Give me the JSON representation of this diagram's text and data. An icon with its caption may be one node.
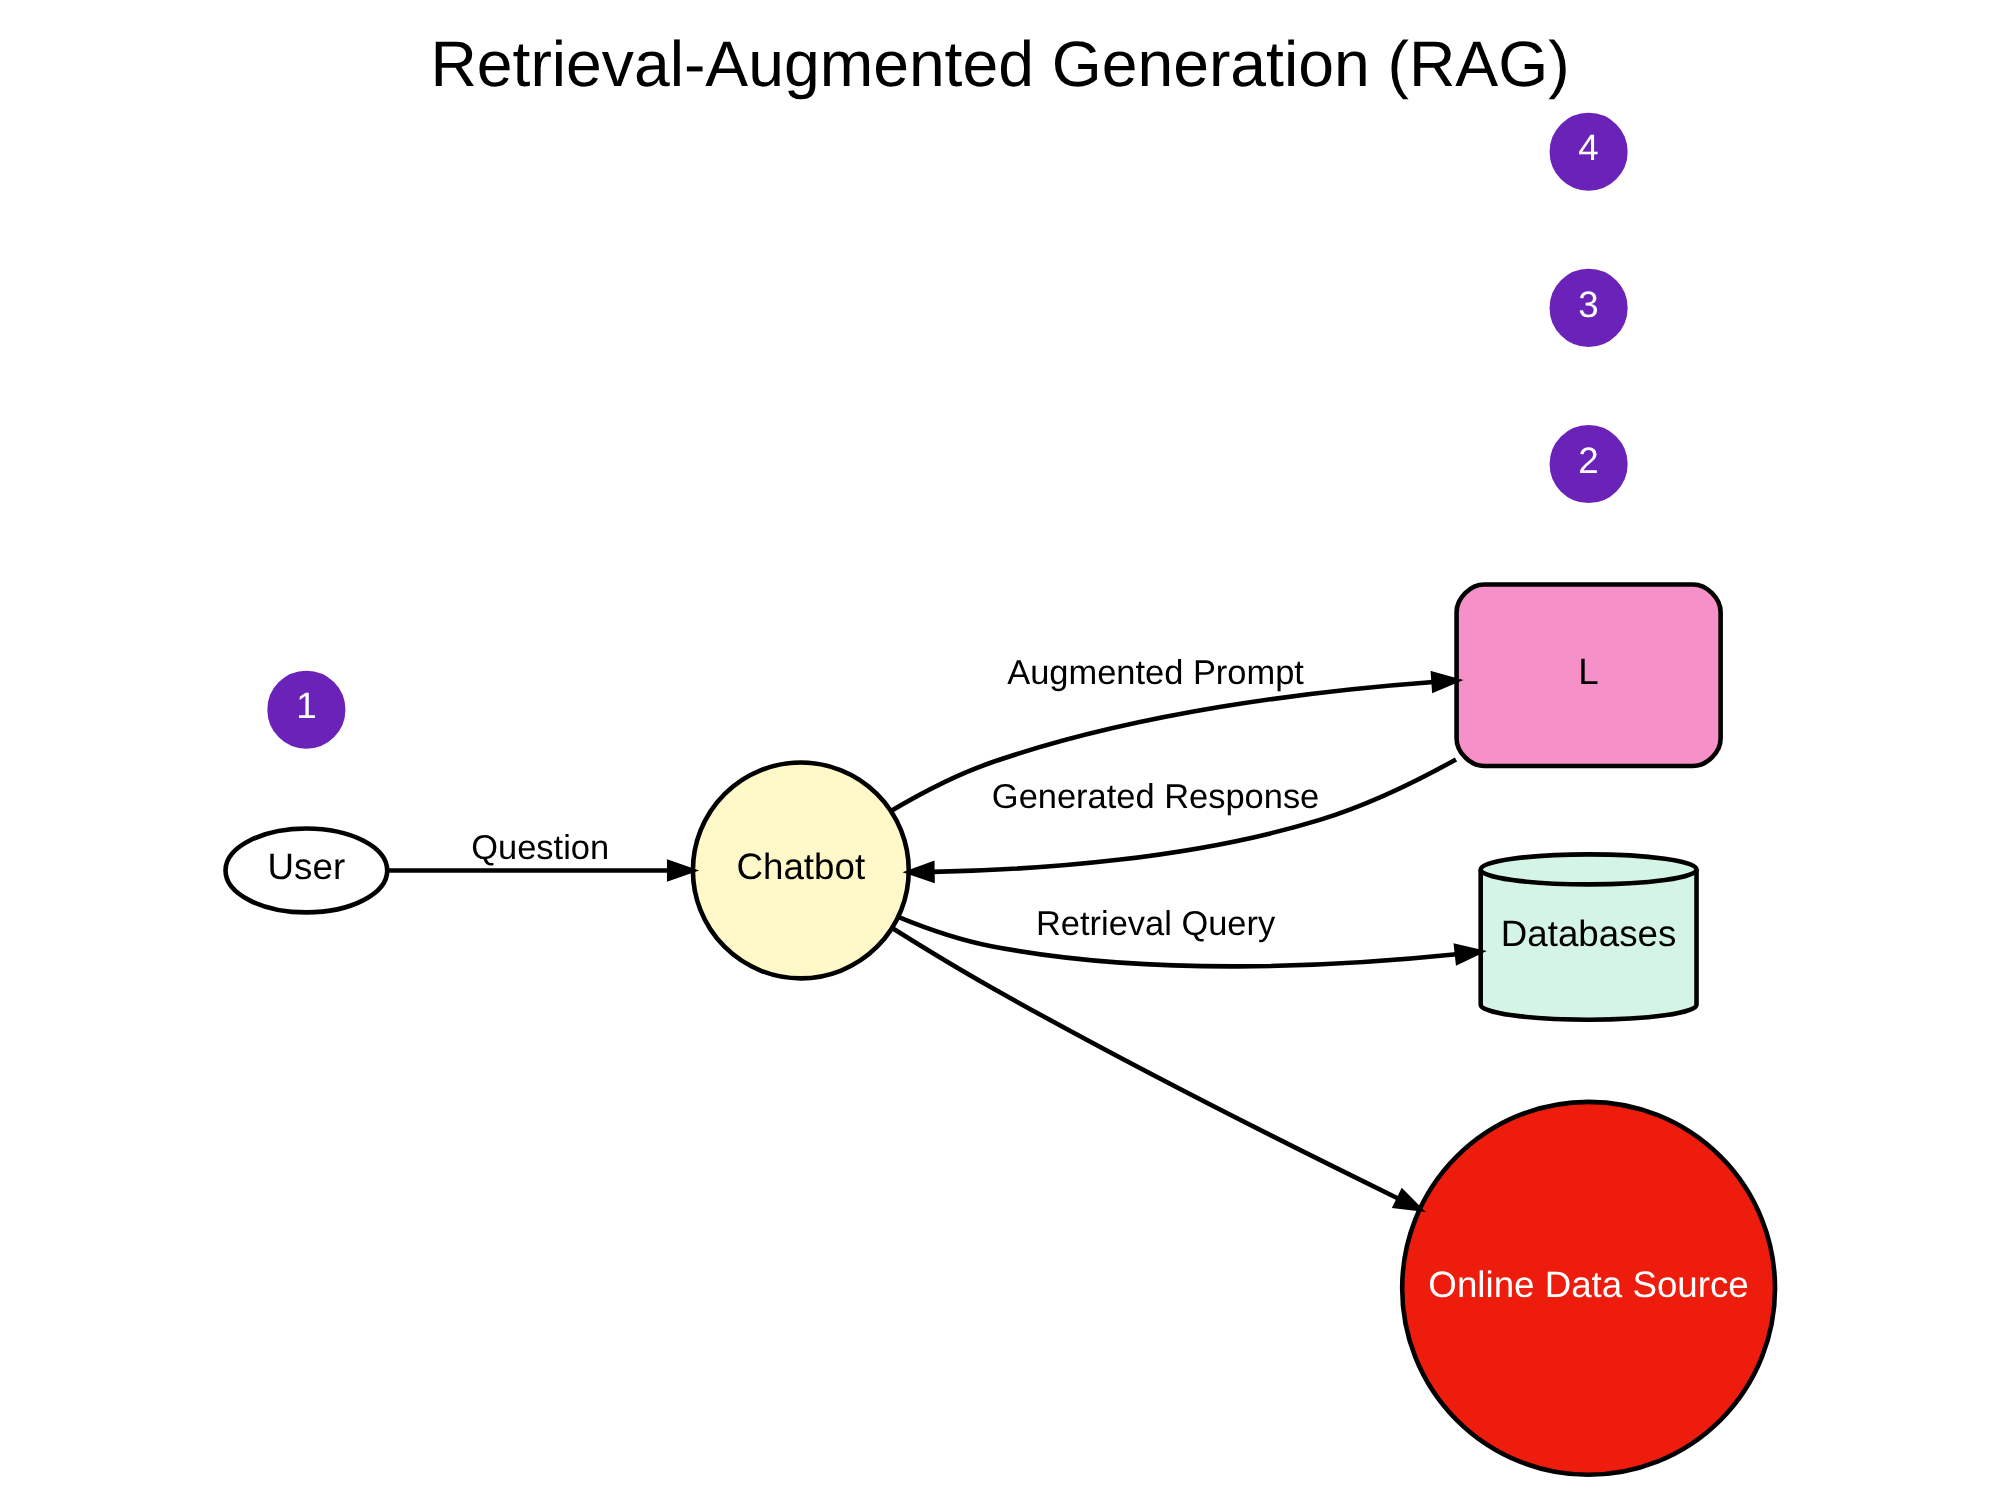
{
  "diagram": {
    "title": "Retrieval-Augmented Generation (RAG)",
    "nodes": [
      {
        "text": [
          "User"
        ]
      },
      {
        "text": [
          "Chatbot"
        ]
      },
      {
        "text": [
          "L"
        ]
      },
      {
        "text": [
          "Databases"
        ]
      },
      {
        "text": [
          "Online Data Source"
        ]
      },
      {
        "text": [
          "1"
        ]
      },
      {
        "text": [
          "2"
        ]
      },
      {
        "text": [
          "3"
        ]
      },
      {
        "text": [
          "4"
        ]
      }
    ],
    "edges": [
      {
        "from": 0,
        "to": 1,
        "arrow": "to",
        "label": "Question"
      },
      {
        "from": 1,
        "to": 2,
        "arrow": "to",
        "label": "Augmented Prompt"
      },
      {
        "from": 2,
        "to": 1,
        "arrow": "to",
        "label": "Generated Response"
      },
      {
        "from": 1,
        "to": 3,
        "arrow": "to",
        "label": "Retrieval Query"
      },
      {
        "from": 1,
        "to": 4,
        "arrow": "to"
      }
    ]
  }
}
